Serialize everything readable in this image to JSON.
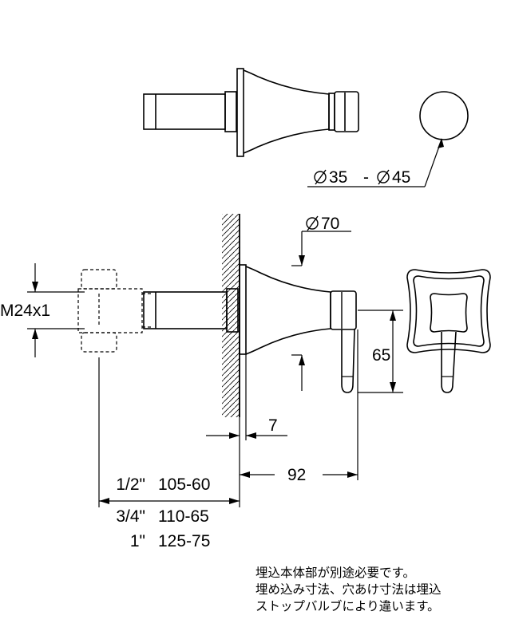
{
  "dimensions": {
    "dia_range_a": "35",
    "dia_range_sep": "-",
    "dia_range_b": "45",
    "dia_flange": "70",
    "thread": "M24x1",
    "handle_height": "65",
    "flange_thickness": "7",
    "total_projection": "92",
    "table": [
      {
        "size": "1/2\"",
        "range": "105-60"
      },
      {
        "size": "3/4\"",
        "range": "110-65"
      },
      {
        "size": "1\"",
        "range": "125-75"
      }
    ]
  },
  "note": {
    "line1": "埋込本体部が別途必要です。",
    "line2": "埋め込み寸法、穴あけ寸法は埋込",
    "line3": "ストップバルブにより違います。"
  }
}
